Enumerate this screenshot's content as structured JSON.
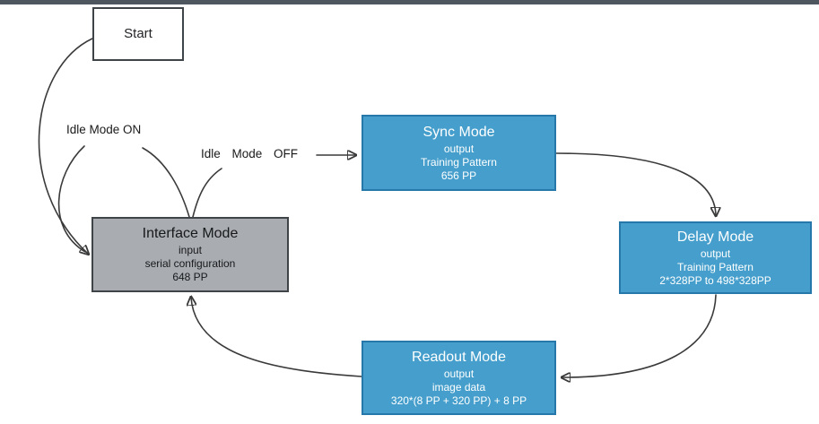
{
  "colors": {
    "top_bar": "#4e5660",
    "node_blue": "#459ecb",
    "node_blue_border": "#2678aa",
    "node_gray": "#a9adb2",
    "node_border_dark": "#3f4449",
    "edge_line": "#3a3a3a"
  },
  "diagram": {
    "nodes": {
      "start": {
        "title": "Start"
      },
      "interface": {
        "title": "Interface Mode",
        "lines": [
          "input",
          "serial configuration",
          "648 PP"
        ]
      },
      "sync": {
        "title": "Sync Mode",
        "lines": [
          "output",
          "Training Pattern",
          "656 PP"
        ]
      },
      "delay": {
        "title": "Delay Mode",
        "lines": [
          "output",
          "Training Pattern",
          "2*328PP to 498*328PP"
        ]
      },
      "readout": {
        "title": "Readout Mode",
        "lines": [
          "output",
          "image data",
          "320*(8 PP + 320 PP) + 8 PP"
        ]
      }
    },
    "edge_labels": {
      "idle_mode_on": "Idle Mode ON",
      "idle_mode_off": "Idle Mode OFF"
    }
  }
}
